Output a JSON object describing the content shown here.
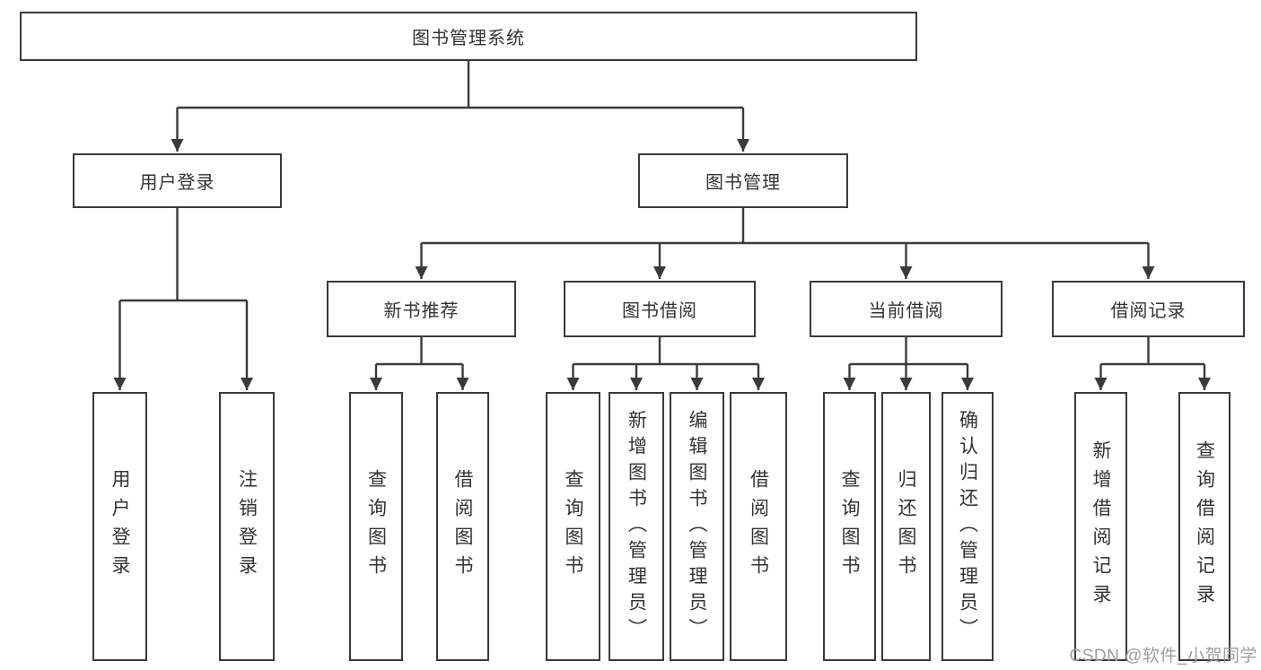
{
  "diagram": {
    "root": {
      "label": "图书管理系统"
    },
    "branches": [
      {
        "label": "用户登录",
        "children": [
          {
            "label": "用户登录"
          },
          {
            "label": "注销登录"
          }
        ]
      },
      {
        "label": "图书管理",
        "children": [
          {
            "label": "新书推荐",
            "children": [
              {
                "label": "查询图书"
              },
              {
                "label": "借阅图书"
              }
            ]
          },
          {
            "label": "图书借阅",
            "children": [
              {
                "label": "查询图书"
              },
              {
                "label": "新增图书（管理员）"
              },
              {
                "label": "编辑图书（管理员）"
              },
              {
                "label": "借阅图书"
              }
            ]
          },
          {
            "label": "当前借阅",
            "children": [
              {
                "label": "查询图书"
              },
              {
                "label": "归还图书"
              },
              {
                "label": "确认归还（管理员）"
              }
            ]
          },
          {
            "label": "借阅记录",
            "children": [
              {
                "label": "新增借阅记录"
              },
              {
                "label": "查询借阅记录"
              }
            ]
          }
        ]
      }
    ]
  },
  "watermark": {
    "text": "CSDN @软件_小贺同学"
  },
  "colors": {
    "line": "#3a3a3a",
    "box_border": "#3a3a3a",
    "text": "#333333",
    "watermark": "#9e9e9e",
    "background": "#ffffff"
  }
}
